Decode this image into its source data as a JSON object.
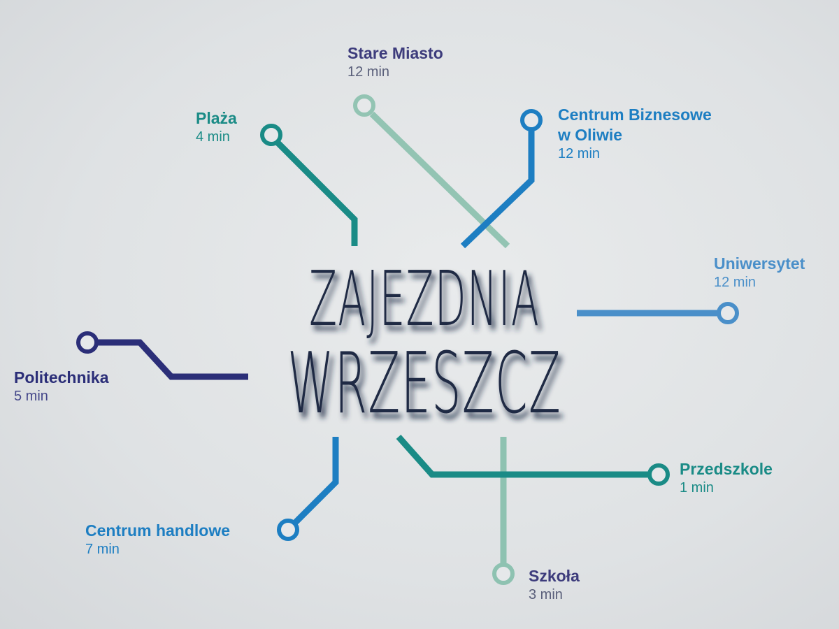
{
  "title": {
    "line1": "ZAJEZDNIA",
    "line2": "WRZESZCZ",
    "color": "#1f2a44"
  },
  "colors": {
    "navy": "#2b2e78",
    "teal": "#1a8b86",
    "blue": "#1d7ec2",
    "mint": "#93c4b3",
    "purple": "#3d3c7c"
  },
  "destinations": [
    {
      "id": "stare-miasto",
      "name": "Stare Miasto",
      "time": "12 min",
      "color": "#3d3c7c"
    },
    {
      "id": "plaza",
      "name": "Plaża",
      "time": "4 min",
      "color": "#1a8b86"
    },
    {
      "id": "centrum-biznesowe",
      "name": "Centrum Biznesowe",
      "name2": "w Oliwie",
      "time": "12 min",
      "color": "#1d7ec2"
    },
    {
      "id": "uniwersytet",
      "name": "Uniwersytet",
      "time": "12 min",
      "color": "#4a8fc9"
    },
    {
      "id": "politechnika",
      "name": "Politechnika",
      "time": "5 min",
      "color": "#2b2e78"
    },
    {
      "id": "przedszkole",
      "name": "Przedszkole",
      "time": "1 min",
      "color": "#1a8b86"
    },
    {
      "id": "centrum-handlowe",
      "name": "Centrum handlowe",
      "time": "7 min",
      "color": "#1d7ec2"
    },
    {
      "id": "szkola",
      "name": "Szkoła",
      "time": "3 min",
      "color": "#5f9e8c"
    }
  ]
}
